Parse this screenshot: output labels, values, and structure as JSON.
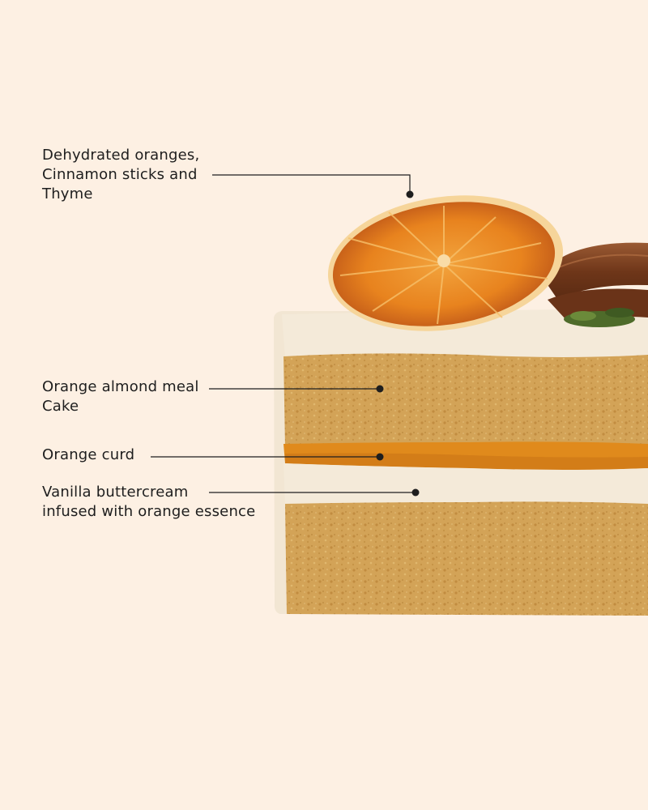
{
  "annotations": [
    {
      "id": "dehydrated-oranges",
      "lines": [
        "Dehydrated oranges,",
        "Cinnamon sticks and",
        "Thyme"
      ]
    },
    {
      "id": "orange-almond-cake",
      "lines": [
        "Orange almond meal",
        "Cake"
      ]
    },
    {
      "id": "orange-curd",
      "lines": [
        "Orange curd"
      ]
    },
    {
      "id": "vanilla-buttercream",
      "lines": [
        "Vanilla buttercream",
        "infused with orange essence"
      ]
    }
  ],
  "colors": {
    "background": "#fdf0e3",
    "text": "#1e1e1e",
    "sponge": "#d6a85c",
    "buttercream": "#f4ead9",
    "curd": "#e08a1c",
    "orange": "#e8831e",
    "cinnamon": "#7a3f1f",
    "thyme": "#4e6b2a"
  }
}
